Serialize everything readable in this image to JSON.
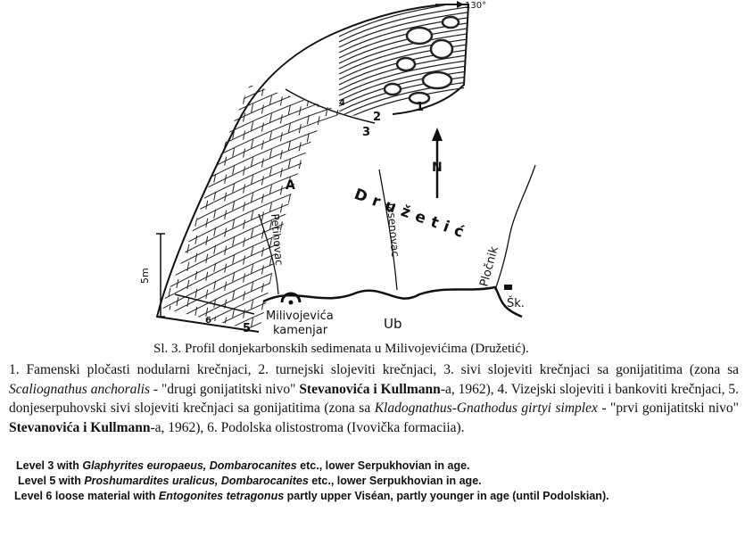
{
  "figure": {
    "bearing_label": "130°",
    "north_label": "N",
    "stratum_numbers": [
      "1",
      "2",
      "3",
      "4",
      "5",
      "6"
    ],
    "stratum_letter": "A",
    "region_label": "Družetić",
    "river_petinovac": "Petinovac",
    "river_jasenovac": "Jasenovac",
    "river_plocnik": "Pločnik",
    "river_ub": "Ub",
    "place_milivojevica": "Milivojevića",
    "place_kamenjar": "kamenjar",
    "school_label": "Šk.",
    "scale_label": "5m"
  },
  "caption": "Sl. 3. Profil donjekarbonskih sedimenata u Milivojevićima (Družetić).",
  "description": {
    "p1": "1. Famenski pločasti nodularni krečnjaci, 2. turnejski slojeviti krečnjaci, 3. sivi slojeviti krečnjaci sa gonijatitima (zona sa ",
    "p1_italic": "Scaliognathus anchoralis",
    "p2": " - \"drugi gonijatitski nivo\" ",
    "p2_bold": "Stevanovića i Kullmann",
    "p3": "-a, 1962), 4. Vizejski slojeviti i bankoviti krečnjaci, 5. donjeserpuhovski sivi slojeviti krečnjaci sa gonijatitima (zona sa ",
    "p3_italic": "Kladognathus-Gnathodus girtyi simplex",
    "p4": " - \"prvi gonijatitski nivo\" ",
    "p4_bold": "Stevanovića i Kullmann",
    "p5": "-a, 1962), 6. Podolska olistostroma (Ivovička formaciia)."
  },
  "levels": {
    "l3_a": "Level 3 with ",
    "l3_i": "Glaphyrites europaeus, Dombarocanites",
    "l3_b": " etc., lower Serpukhovian in age.",
    "l5_a": "Level 5 with ",
    "l5_i": "Proshumardites uralicus, Dombarocanites",
    "l5_b": " etc., lower Serpukhovian in age.",
    "l6_a": "Level 6 loose material  with ",
    "l6_i": "Entogonites tetragonus",
    "l6_b": " partly upper Viséan, partly younger in age (until Podolskian)."
  }
}
